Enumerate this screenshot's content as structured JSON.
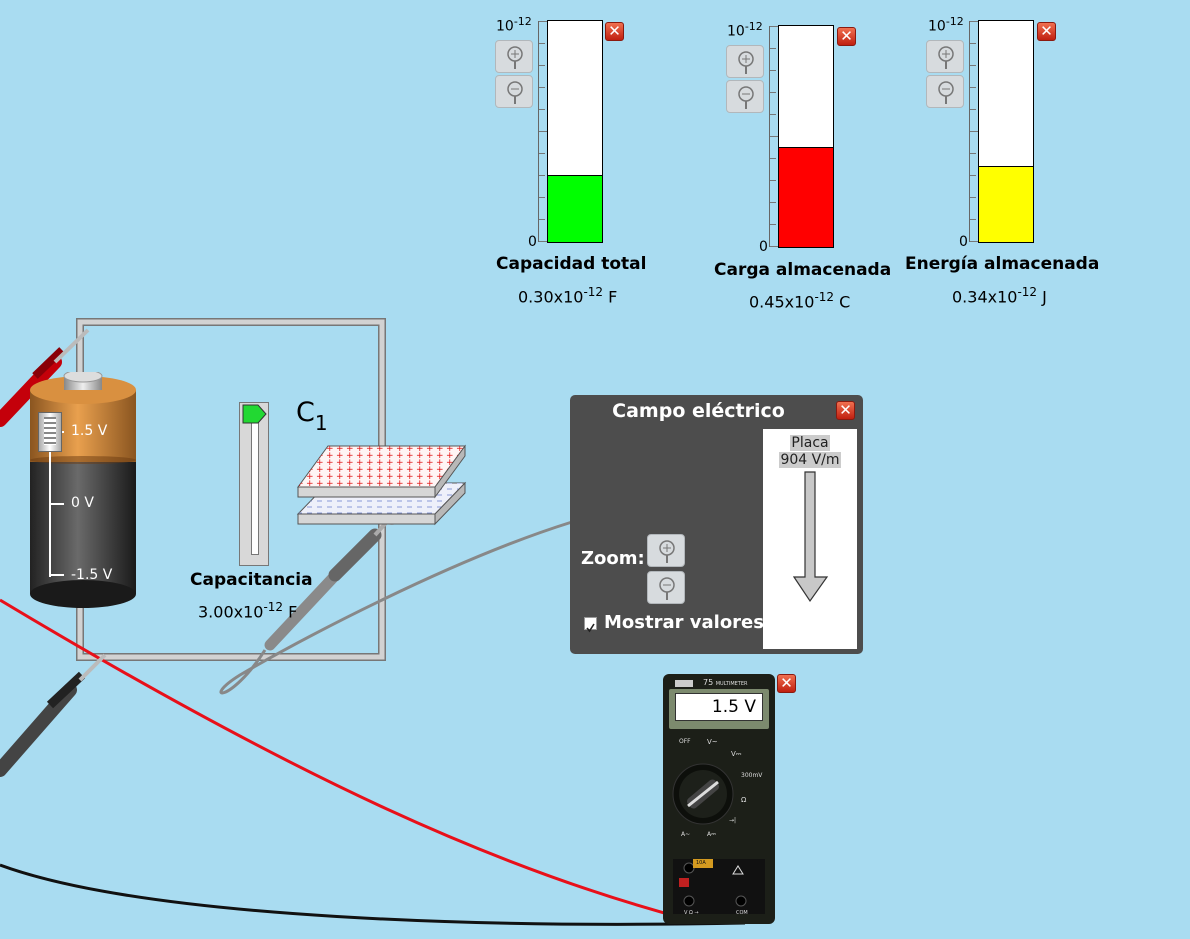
{
  "meters": [
    {
      "id": "capacitance",
      "title": "Capacidad total",
      "value_mantissa": "0.30x10",
      "value_exp": "-12",
      "value_unit": "F",
      "top_label_base": "10",
      "top_label_exp": "-12",
      "zero_label": "0",
      "fill_fraction": 0.3,
      "fill_color": "#00ff00",
      "has_zoom": true
    },
    {
      "id": "charge",
      "title": "Carga almacenada",
      "value_mantissa": "0.45x10",
      "value_exp": "-12",
      "value_unit": "C",
      "top_label_base": "10",
      "top_label_exp": "-12",
      "zero_label": "0",
      "fill_fraction": 0.45,
      "fill_color": "#ff0000",
      "has_zoom": true
    },
    {
      "id": "energy",
      "title": "Energía almacenada",
      "value_mantissa": "0.34x10",
      "value_exp": "-12",
      "value_unit": "J",
      "top_label_base": "10",
      "top_label_exp": "-12",
      "zero_label": "0",
      "fill_fraction": 0.34,
      "fill_color": "#ffff00",
      "has_zoom": true
    }
  ],
  "battery": {
    "label_top": "1.5 V",
    "label_mid": "0 V",
    "label_bottom": "-1.5 V",
    "slider_value": 1.5
  },
  "capacitor": {
    "name_base": "C",
    "name_sub": "1",
    "slider_label": "Capacitancia",
    "value_mantissa": "3.00x10",
    "value_exp": "-12",
    "value_unit": "F",
    "slider_fraction": 1.0
  },
  "efield": {
    "title": "Campo eléctrico",
    "zoom_label": "Zoom:",
    "show_values_label": "Mostrar valores",
    "show_values_checked": true,
    "plate_label": "Placa",
    "plate_value": "904 V/m"
  },
  "multimeter": {
    "reading": "1.5 V",
    "brand": "75",
    "brand_sub": "MULTIMETER",
    "dial_off": "OFF",
    "dial_v_ac": "V~",
    "dial_v_dc": "V⎓",
    "dial_mv": "300mV",
    "dial_ohm": "Ω",
    "dial_diode": "→|",
    "dial_a_ac": "A~",
    "dial_a_dc": "A⎓",
    "jack_10a": "10A",
    "jack_com": "COM",
    "jack_v": "V Ω →"
  },
  "colors": {
    "background": "#a9dcf1",
    "red_probe": "#e8101a",
    "black_probe": "#111111",
    "wire": "#c8c8c8"
  },
  "icons": {
    "close": "close-icon",
    "zoom_in": "zoom-in-icon",
    "zoom_out": "zoom-out-icon",
    "arrow": "field-arrow-icon"
  }
}
